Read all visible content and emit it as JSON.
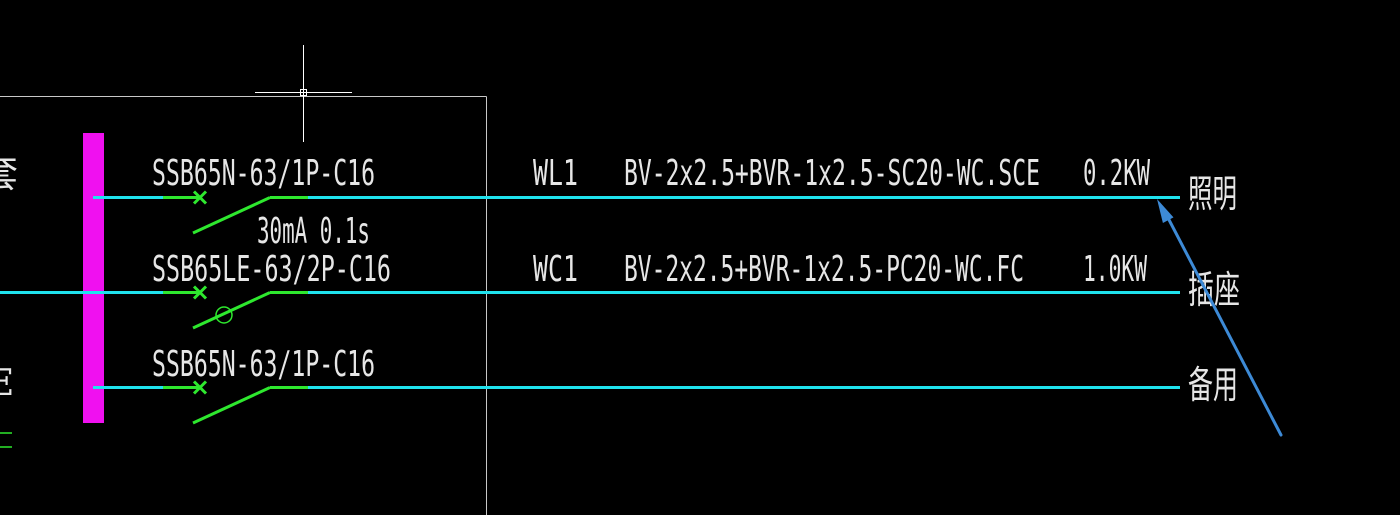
{
  "drawing": {
    "left_cut_text": {
      "top": "套",
      "bottom": "E"
    },
    "circuits": [
      {
        "breaker_model": "SSB65N-63/1P-C16",
        "circuit_id": "WL1",
        "cable_spec": "BV-2x2.5+BVR-1x2.5-SC20-WC.SCE",
        "load_power": "0.2KW",
        "load_name": "照明"
      },
      {
        "rcd_rating": "30mA 0.1s",
        "breaker_model": "SSB65LE-63/2P-C16",
        "circuit_id": "WC1",
        "cable_spec": "BV-2x2.5+BVR-1x2.5-PC20-WC.FC",
        "load_power": "1.0KW",
        "load_name": "插座"
      },
      {
        "breaker_model": "SSB65N-63/1P-C16",
        "load_name": "备用"
      }
    ]
  },
  "icons": {
    "cursor": "crosshair-cursor-icon"
  },
  "colors": {
    "background": "#000000",
    "wire": "#1fe2ee",
    "breaker": "#2ee82e",
    "busbar": "#f010f0",
    "text": "#e6e6e6",
    "annotation_arrow": "#3d8ad6",
    "frame": "#c8c8c8"
  }
}
